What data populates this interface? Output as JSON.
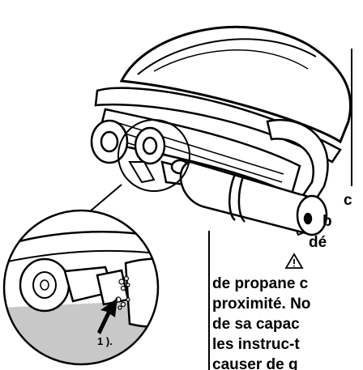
{
  "text_fragments": {
    "line_c": "c",
    "line_b": "b",
    "line_de": "dé",
    "warning_icon": "warning-triangle",
    "line_1": "de propane c",
    "line_2": "proximité. No",
    "line_3": "de sa capac",
    "line_4": "les instruc-t",
    "line_5": "causer de g"
  },
  "callout": {
    "label": "1 )."
  }
}
